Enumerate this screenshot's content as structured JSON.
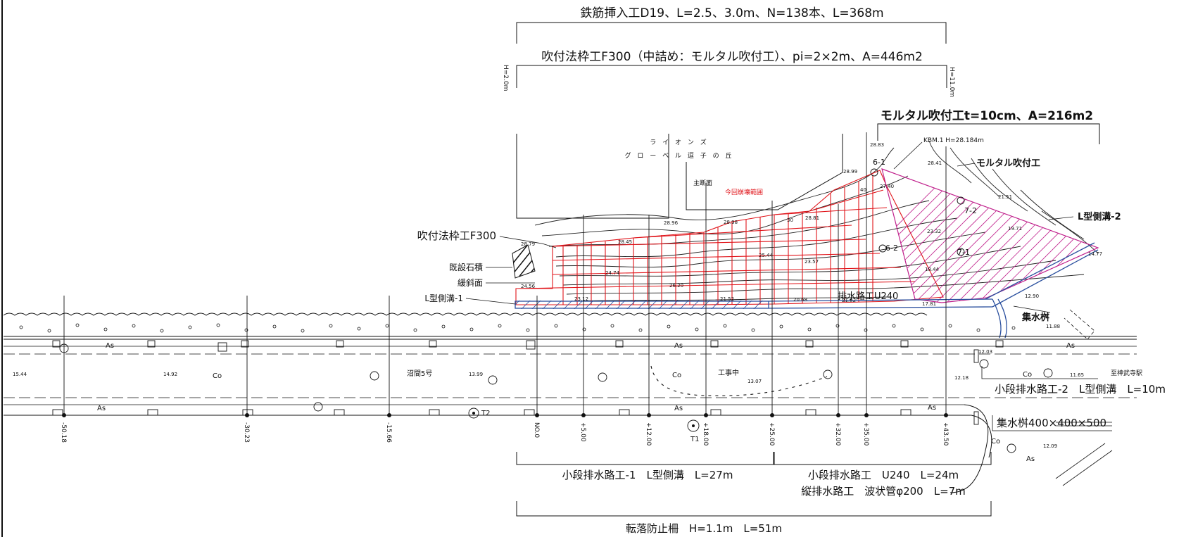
{
  "titles": {
    "rebar": "鉄筋挿入工D19、L=2.5、3.0m、N=138本、L=368m",
    "frame": "吹付法枠工F300（中詰め：モルタル吹付工）、pi=2×2m、A=446m2",
    "mortar": "モルタル吹付工t=10cm、A=216m2",
    "h_left": "H=2.0m",
    "h_right": "H=11.0m"
  },
  "labels": {
    "lions1": "ラ イ オ ン ズ",
    "lions2": "グ ロ ー ベ ル 逗 子 の 丘",
    "main_section": "主断面",
    "collapse_area": "今回崩壊範囲",
    "kbm": "KBM.1 H=28.184m",
    "frame_f300": "吹付法枠工F300",
    "existing_wall": "既設石積",
    "gentle_slope": "緩斜面",
    "l_ditch_1": "L型側溝-1",
    "drain_u240": "排水路工U240",
    "mortar_spray": "モルタル吹付工",
    "l_ditch_2": "L型側溝-2",
    "catch_basin": "集水桝",
    "as": "As",
    "co": "Co",
    "road_name": "沼間5号",
    "construction": "工事中",
    "station_dir": "至神武寺駅",
    "t1": "T1",
    "t2": "T2",
    "p6_1": "6-1",
    "p6_2": "6-2",
    "p7_1": "7-1",
    "p7_2": "7-2"
  },
  "bottom_notes": {
    "small_drain_2": "小段排水路工-2　L型側溝　L=10m",
    "basin_size": "集水桝400×400×500",
    "small_drain_1": "小段排水路工-1　L型側溝　L=27m",
    "small_drain_u240": "小段排水路工　U240　L=24m",
    "vertical_drain": "縦排水路工　波状管φ200　L=7m",
    "fence": "転落防止柵　H=1.1m　L=51m"
  },
  "stations": [
    "-50.18",
    "-30.23",
    "-15.66",
    "NO.0",
    "+5.00",
    "+12.00",
    "+18.00",
    "+25.00",
    "+32.00",
    "+35.00",
    "+43.50"
  ],
  "elevations": [
    "15.44",
    "14.92",
    "13.99",
    "13.07",
    "12.18",
    "11.65",
    "12.09",
    "12.03",
    "11.88",
    "28.83",
    "28.41",
    "28.99",
    "27.40",
    "21.51",
    "19.71",
    "23.32",
    "18.44",
    "14.77",
    "12.90",
    "28.96",
    "28.98",
    "28.79",
    "28.45",
    "30",
    "28.81",
    "25.44",
    "23.57",
    "24.74",
    "24.56",
    "26.20",
    "23.12",
    "21.52",
    "20.68",
    "21.82",
    "17.81",
    "40"
  ],
  "colors": {
    "frame": "#e0141a",
    "hatch_magenta": "#c0208c",
    "drain_blue": "#2a4f9e",
    "line": "#111111"
  }
}
